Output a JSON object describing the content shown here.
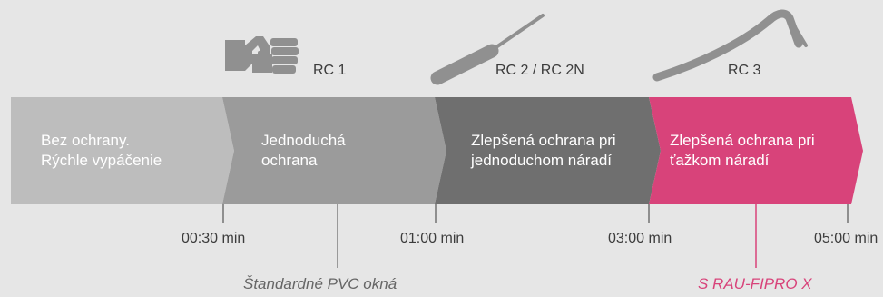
{
  "colors": {
    "background": "#e6e6e6",
    "segment_1": "#bdbdbd",
    "segment_2": "#9b9b9b",
    "segment_3": "#6f6f6f",
    "segment_4": "#d8437a",
    "tool_icon": "#909090",
    "text_dark": "#3c3c3c",
    "text_light": "#ffffff",
    "note_grey": "#666666",
    "note_pink": "#d8437a"
  },
  "classes": [
    {
      "label": "RC 1",
      "icon": "fist-icon"
    },
    {
      "label": "RC 2 / RC 2N",
      "icon": "screwdriver-icon"
    },
    {
      "label": "RC 3",
      "icon": "crowbar-icon"
    }
  ],
  "segments": [
    {
      "line1": "Bez ochrany.",
      "line2": "Rýchle vypáčenie"
    },
    {
      "line1": "Jednoduchá",
      "line2": "ochrana"
    },
    {
      "line1": "Zlepšená ochrana pri",
      "line2": "jednoduchom náradí"
    },
    {
      "line1": "Zlepšená ochrana pri",
      "line2": "ťažkom náradí"
    }
  ],
  "times": [
    "00:30 min",
    "01:00 min",
    "03:00 min",
    "05:00 min"
  ],
  "notes": [
    {
      "text": "Štandardné PVC okná"
    },
    {
      "text": "S RAU-FIPRO X"
    }
  ]
}
